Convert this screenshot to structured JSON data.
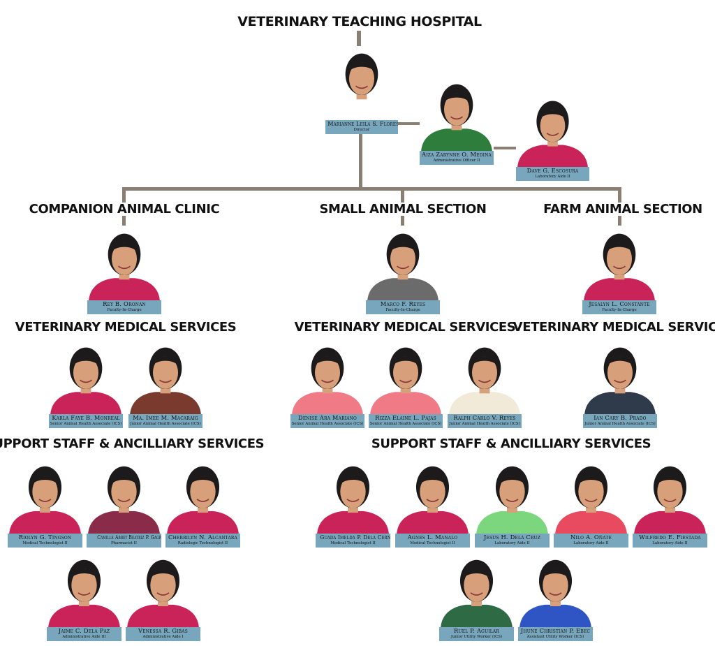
{
  "headings": {
    "title": "VETERINARY TEACHING HOSPITAL",
    "companion": "COMPANION ANIMAL CLINIC",
    "small": "SMALL ANIMAL SECTION",
    "farm": "FARM ANIMAL SECTION",
    "vms_left": "VETERINARY MEDICAL SERVICES",
    "vms_mid": "VETERINARY MEDICAL SERVICES",
    "vms_right": "VETERINARY MEDICAL SERVICES",
    "support_left": "SUPPORT STAFF & ANCILLIARY SERVICES",
    "support_right": "SUPPORT STAFF & ANCILLIARY SERVICES"
  },
  "colors": {
    "connector": "#8a7f72",
    "label_bg": "#78a7bd"
  },
  "people": {
    "director": {
      "name": "Marianne Leila S. Flores",
      "role": "Director",
      "shirt": "#ffffff"
    },
    "admin_officer": {
      "name": "Aiza Zarynne O. Medina",
      "role": "Administrative Officer II",
      "shirt": "#2e7d3c"
    },
    "lab_aide_dave": {
      "name": "Dave G. Escosura",
      "role": "Laboratory Aide II",
      "shirt": "#c9235a"
    },
    "head_companion": {
      "name": "Rey B. Oronan",
      "role": "Faculty-In-Charge",
      "shirt": "#c9235a"
    },
    "head_small": {
      "name": "Marco F. Reyes",
      "role": "Faculty-In-Charge",
      "shirt": "#6b6b6b"
    },
    "head_farm": {
      "name": "Jesalyn L. Constante",
      "role": "Faculty-In-Charge",
      "shirt": "#c9235a"
    },
    "vms_karla": {
      "name": "Karla Faye B. Monreal",
      "role": "Senior Animal Health Associate (ICS)",
      "shirt": "#c9235a"
    },
    "vms_imee": {
      "name": "Ma. Imee M. Macaraig",
      "role": "Junior Animal Health Associate (ICS)",
      "shirt": "#7a3b2e"
    },
    "vms_denise": {
      "name": "Denise Ara Mariano",
      "role": "Senior Animal Health Associate (ICS)",
      "shirt": "#f07b86"
    },
    "vms_rizza": {
      "name": "Rizza Elaine L. Pajas",
      "role": "Senior Animal Health Associate (ICS)",
      "shirt": "#f07b86"
    },
    "vms_ralph": {
      "name": "Ralph Carlo V. Reyes",
      "role": "Junior Animal Health Associate (ICS)",
      "shirt": "#f1ead8"
    },
    "vms_ian": {
      "name": "Ian Cary B. Prado",
      "role": "Junior Animal Health Associate (ICS)",
      "shirt": "#2f3a4a"
    },
    "sup_riolyn": {
      "name": "Riolyn G. Tingson",
      "role": "Medical Technologist II",
      "shirt": "#c9235a"
    },
    "sup_camille": {
      "name": "Camille Abbey Beatriz P. Gagpanan",
      "role": "Pharmacist II",
      "shirt": "#8a2b4a"
    },
    "sup_cherrilyn": {
      "name": "Cherrilyn N. Alcantara",
      "role": "Radiologic Technologist II",
      "shirt": "#c9235a"
    },
    "sup_jaime": {
      "name": "Jaime C. Dela Paz",
      "role": "Administrative Aide III",
      "shirt": "#c9235a"
    },
    "sup_venessa": {
      "name": "Venessa R. Gibas",
      "role": "Administrative Aide I",
      "shirt": "#c9235a"
    },
    "sup_guada": {
      "name": "Guada Imelda P. Dela Cerna",
      "role": "Medical Technologist II",
      "shirt": "#c9235a"
    },
    "sup_agnes": {
      "name": "Agnes L. Manalo",
      "role": "Medical Technologist II",
      "shirt": "#c9235a"
    },
    "sup_jesus": {
      "name": "Jesus H. Dela Cruz",
      "role": "Laboratory Aide II",
      "shirt": "#7bd67e"
    },
    "sup_nilo": {
      "name": "Nilo A. Oñate",
      "role": "Laboratory Aide II",
      "shirt": "#e84a5f"
    },
    "sup_wilfredo": {
      "name": "Wilfredo E. Fiestada",
      "role": "Laboratory Aide II",
      "shirt": "#c9235a"
    },
    "sup_ruel": {
      "name": "Ruel P. Aguilar",
      "role": "Junior Utility Worker (ICS)",
      "shirt": "#2e6b45"
    },
    "sup_jhune": {
      "name": "Jhune Christian P. Ebec",
      "role": "Assistant Utility Worker (ICS)",
      "shirt": "#2f55c4"
    }
  }
}
